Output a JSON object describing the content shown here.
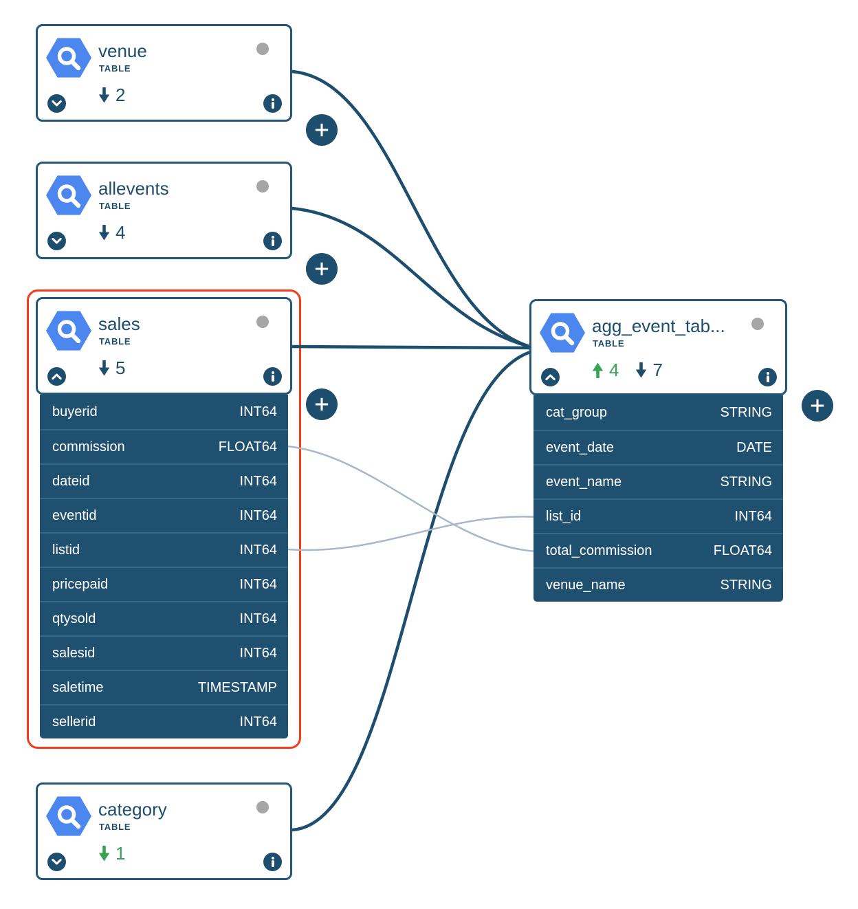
{
  "colors": {
    "navy": "#1E4E6D",
    "row_bg": "#20506F",
    "row_divider": "#3A6884",
    "green": "#37A353",
    "selection_red": "#F43B1B",
    "edge_dark": "#1E4E6D",
    "edge_light": "#A9B8C8",
    "icon_blue": "#4C86EF",
    "status_gray": "#A6A6A6"
  },
  "nodes": {
    "venue": {
      "title": "venue",
      "type_label": "TABLE",
      "downstream_count": "2",
      "expanded": false,
      "selected": false
    },
    "allevents": {
      "title": "allevents",
      "type_label": "TABLE",
      "downstream_count": "4",
      "expanded": false,
      "selected": false
    },
    "sales": {
      "title": "sales",
      "type_label": "TABLE",
      "downstream_count": "5",
      "expanded": true,
      "selected": true,
      "columns": [
        {
          "name": "buyerid",
          "type": "INT64"
        },
        {
          "name": "commission",
          "type": "FLOAT64"
        },
        {
          "name": "dateid",
          "type": "INT64"
        },
        {
          "name": "eventid",
          "type": "INT64"
        },
        {
          "name": "listid",
          "type": "INT64"
        },
        {
          "name": "pricepaid",
          "type": "INT64"
        },
        {
          "name": "qtysold",
          "type": "INT64"
        },
        {
          "name": "salesid",
          "type": "INT64"
        },
        {
          "name": "saletime",
          "type": "TIMESTAMP"
        },
        {
          "name": "sellerid",
          "type": "INT64"
        }
      ]
    },
    "category": {
      "title": "category",
      "type_label": "TABLE",
      "downstream_count": "1",
      "downstream_color": "green",
      "expanded": false,
      "selected": false
    },
    "agg": {
      "title": "agg_event_tab...",
      "type_label": "TABLE",
      "upstream_count": "4",
      "downstream_count": "7",
      "expanded": true,
      "selected": false,
      "columns": [
        {
          "name": "cat_group",
          "type": "STRING"
        },
        {
          "name": "event_date",
          "type": "DATE"
        },
        {
          "name": "event_name",
          "type": "STRING"
        },
        {
          "name": "list_id",
          "type": "INT64"
        },
        {
          "name": "total_commission",
          "type": "FLOAT64"
        },
        {
          "name": "venue_name",
          "type": "STRING"
        }
      ]
    }
  },
  "edges": {
    "table_edges": [
      {
        "from": "venue",
        "to": "agg_event_tab..."
      },
      {
        "from": "allevents",
        "to": "agg_event_tab..."
      },
      {
        "from": "sales",
        "to": "agg_event_tab..."
      },
      {
        "from": "category",
        "to": "agg_event_tab..."
      }
    ],
    "column_edges": [
      {
        "from": "sales.commission",
        "to": "agg_event_tab....total_commission"
      },
      {
        "from": "sales.listid",
        "to": "agg_event_tab....list_id"
      }
    ]
  },
  "icons": {
    "table": "bigquery-hexagon-magnifier",
    "expand": "chevron-down",
    "collapse": "chevron-up",
    "info": "info-i",
    "add": "plus",
    "status": "dot"
  }
}
